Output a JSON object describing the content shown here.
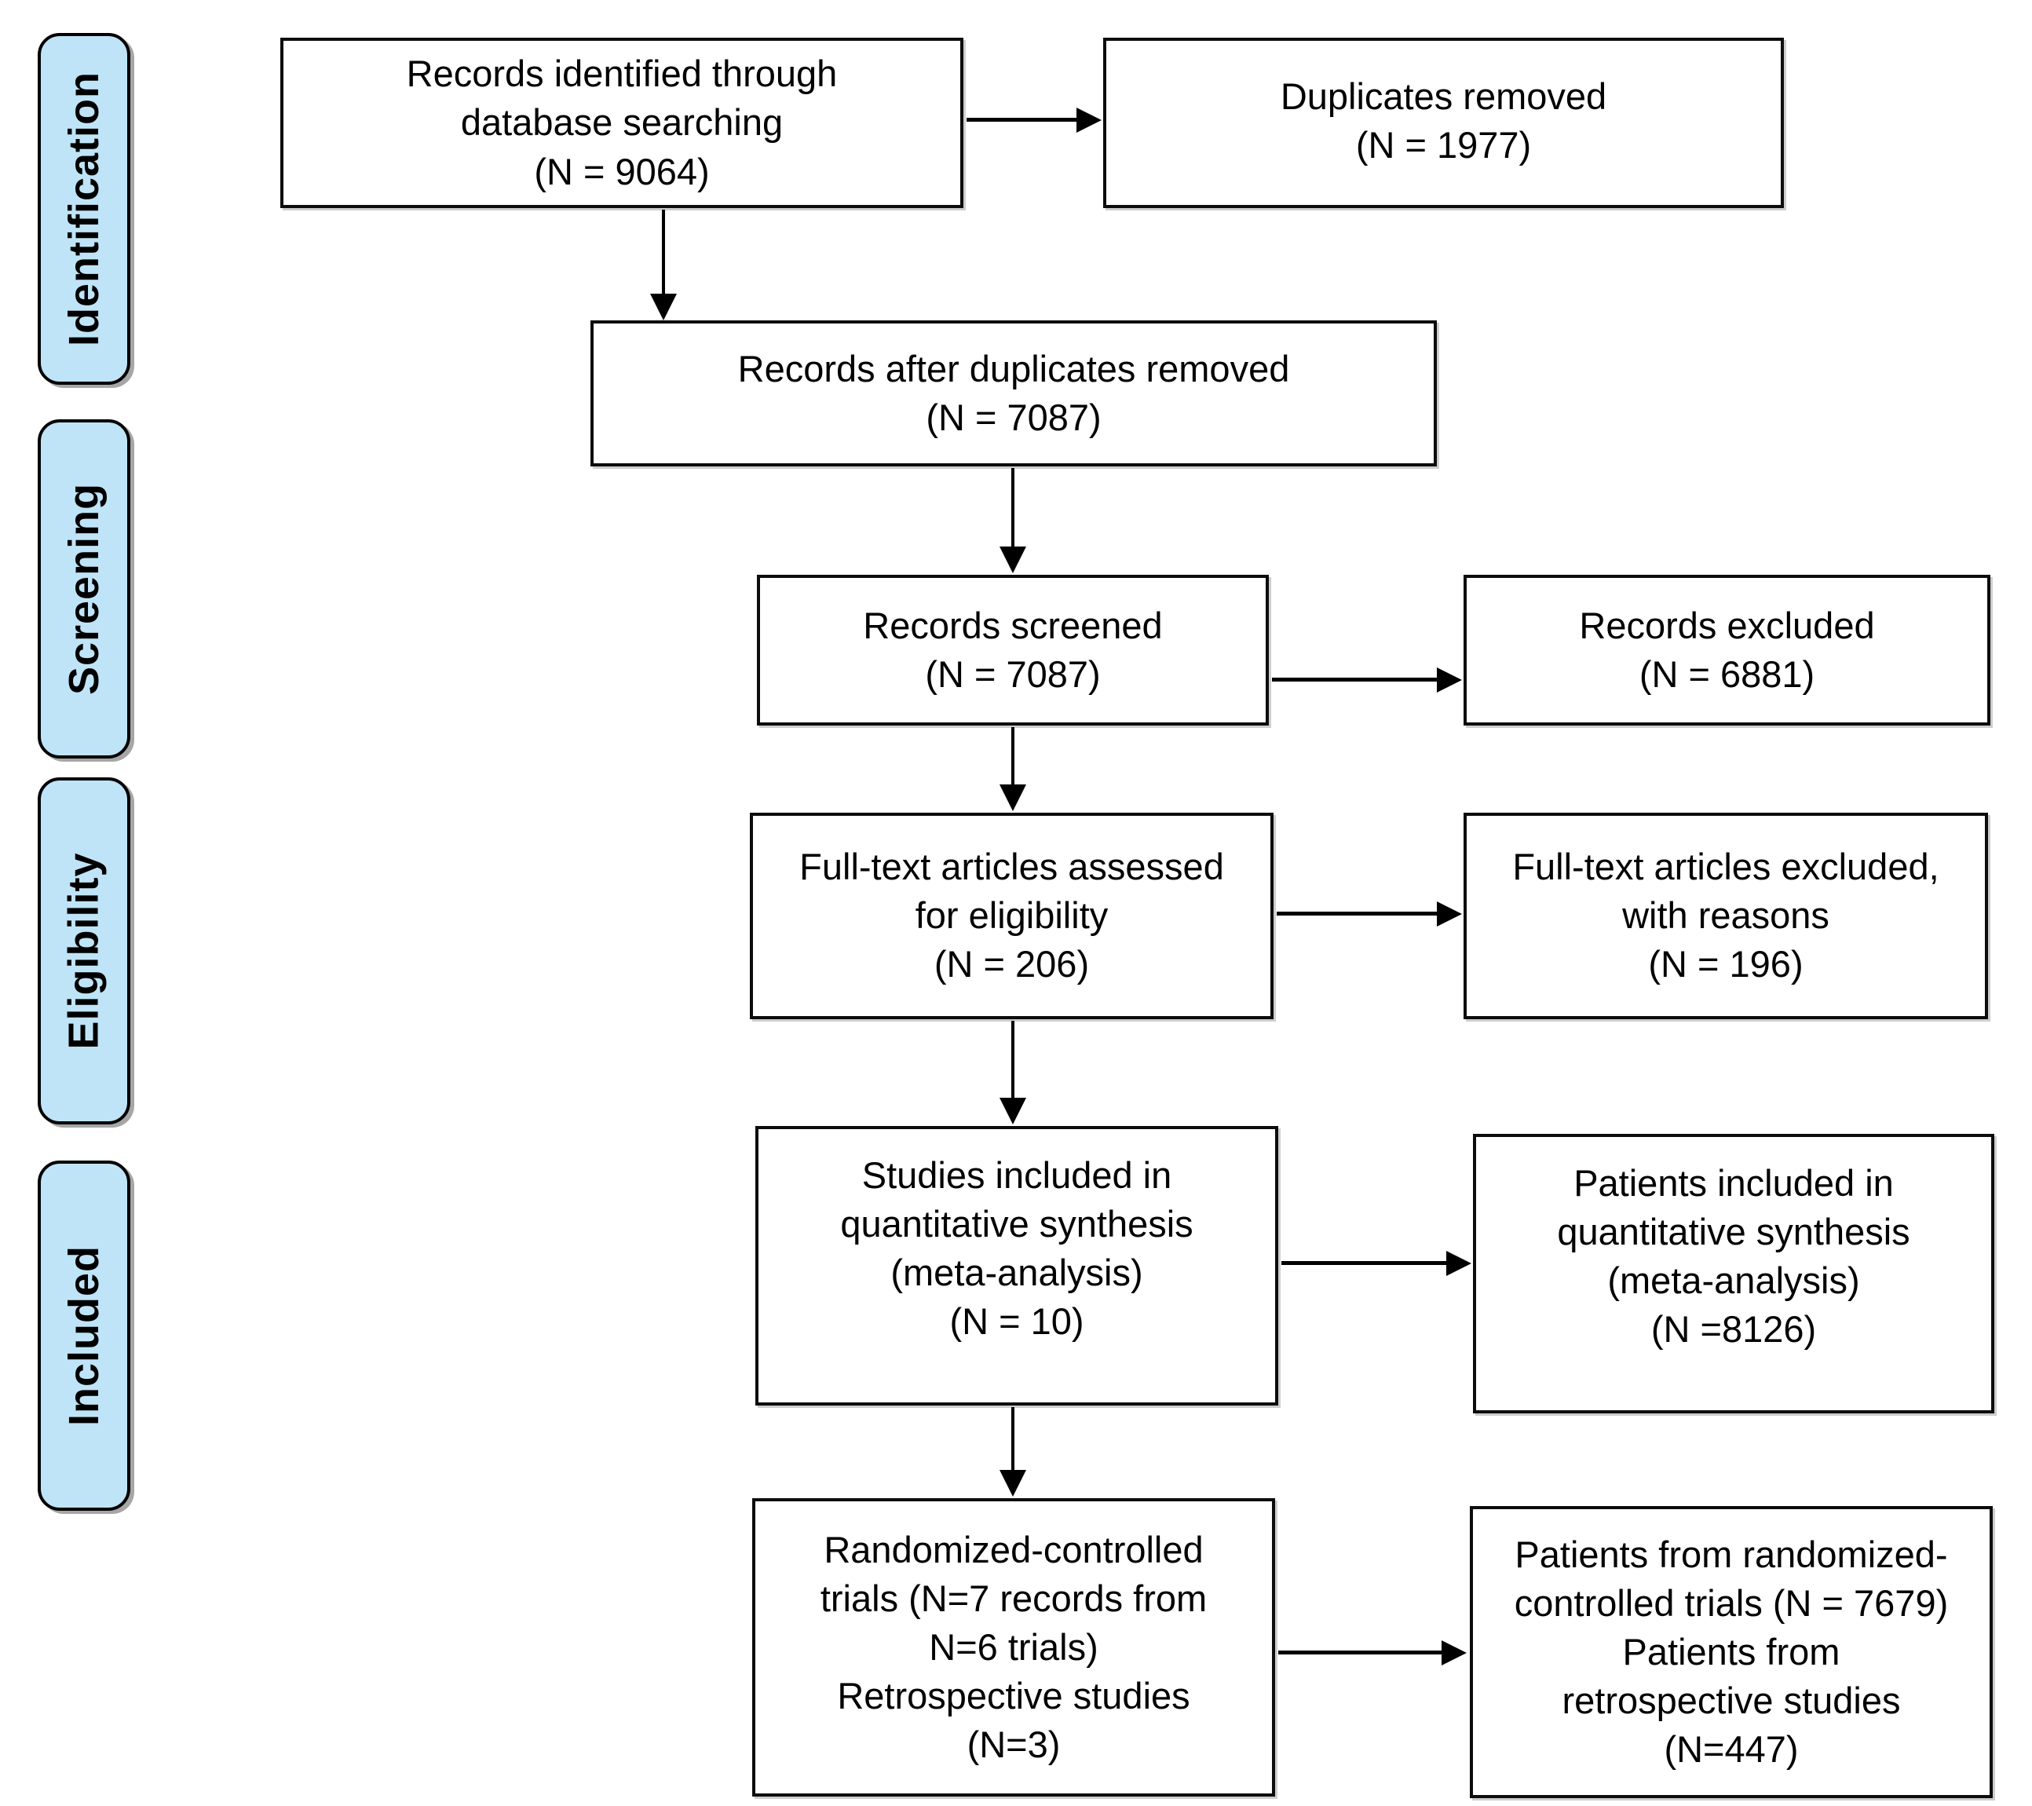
{
  "stages": [
    {
      "label": "Identification"
    },
    {
      "label": "Screening"
    },
    {
      "label": "Eligibility"
    },
    {
      "label": "Included"
    }
  ],
  "boxes": {
    "records_identified": {
      "lines": [
        "Records identified through",
        "database searching",
        "(N = 9064)"
      ]
    },
    "duplicates_removed": {
      "lines": [
        "Duplicates removed",
        "(N = 1977)"
      ]
    },
    "records_after_duplicates": {
      "lines": [
        "Records after duplicates removed",
        "(N = 7087)"
      ]
    },
    "records_screened": {
      "lines": [
        "Records screened",
        "(N = 7087)"
      ]
    },
    "records_excluded": {
      "lines": [
        "Records excluded",
        "(N = 6881)"
      ]
    },
    "fulltext_assessed": {
      "lines": [
        "Full-text articles assessed",
        "for eligibility",
        "(N = 206)"
      ]
    },
    "fulltext_excluded": {
      "lines": [
        "Full-text articles excluded,",
        "with reasons",
        "(N = 196)"
      ]
    },
    "studies_included": {
      "lines": [
        "Studies included in",
        "quantitative synthesis",
        "(meta-analysis)",
        "(N = 10)"
      ]
    },
    "patients_included": {
      "lines": [
        "Patients included in",
        "quantitative synthesis",
        "(meta-analysis)",
        "(N =8126)"
      ]
    },
    "trials_breakdown": {
      "lines": [
        "Randomized-controlled",
        "trials (N=7 records from",
        "N=6 trials)",
        "Retrospective studies",
        "(N=3)"
      ]
    },
    "patients_breakdown": {
      "lines": [
        "Patients from randomized-",
        "controlled trials (N = 7679)",
        "Patients from",
        "retrospective studies",
        "(N=447)"
      ]
    }
  },
  "colors": {
    "stage_fill": "#BFE4F7",
    "stage_border": "#000000",
    "box_border": "#0c0c0c",
    "arrow": "#000000",
    "background": "#ffffff"
  }
}
